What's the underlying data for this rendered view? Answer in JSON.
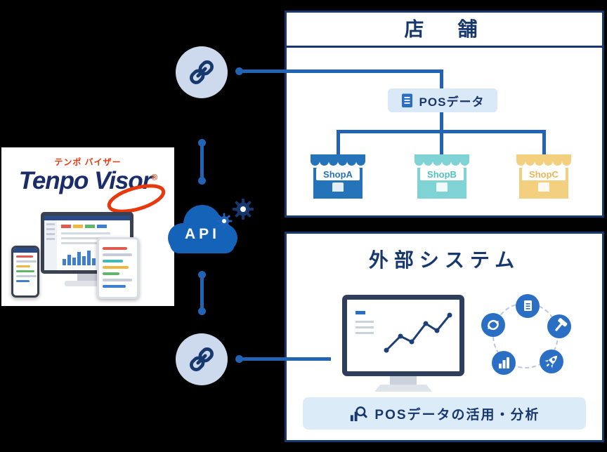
{
  "brand": {
    "kana": "テンポ バイザー",
    "name": "Tenpo Visor",
    "registered": "®"
  },
  "api": {
    "label": "API"
  },
  "store_box": {
    "title": "店　舗",
    "pos_label": "POSデータ",
    "shops": [
      {
        "name": "ShopA",
        "color": "#2573b8"
      },
      {
        "name": "ShopB",
        "color": "#7fd3d4"
      },
      {
        "name": "ShopC",
        "color": "#f3cf80"
      }
    ]
  },
  "external_box": {
    "title": "外部システム",
    "caption": "POSデータの活用・分析",
    "orbit_icons": [
      "document",
      "hammer",
      "rocket",
      "bar-chart",
      "sync"
    ]
  },
  "icons": {
    "top_connector": "chain-link-icon",
    "bottom_connector": "chain-link-icon",
    "api_decoration": "gear-icon",
    "pos_label_icon": "document-icon",
    "caption_icon": "bar-chart-magnifier-icon"
  },
  "colors": {
    "background": "#000000",
    "panel_border_navy": "#17386e",
    "connector_blue": "#2263b4",
    "cloud_blue": "#1563b8",
    "link_circle_bg": "#cdd9ec",
    "pos_label_bg": "#d9e9f8",
    "caption_bg": "#dcebf8",
    "icon_blue": "#2a6fc4",
    "brand_red": "#e8380d",
    "brand_navy": "#1b2d69"
  }
}
